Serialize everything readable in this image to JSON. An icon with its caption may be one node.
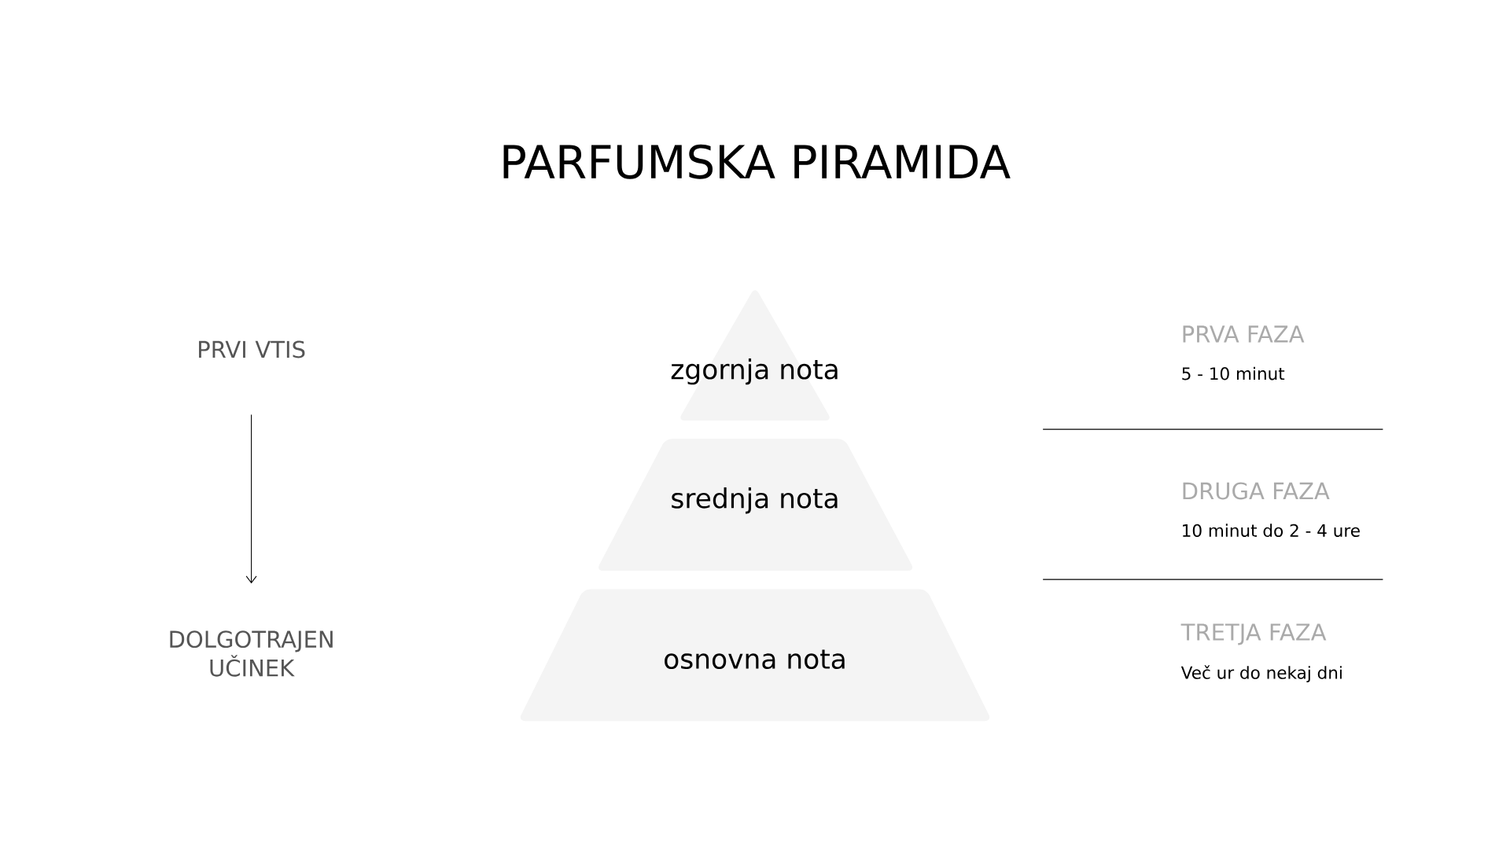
{
  "diagram": {
    "title": "PARFUMSKA PIRAMIDA",
    "nodes": [
      {
        "text": [
          "zgornja nota"
        ]
      },
      {
        "text": [
          "srednja nota"
        ]
      },
      {
        "text": [
          "osnovna nota"
        ]
      },
      {
        "text": [
          "PRVI VTIS"
        ]
      },
      {
        "text": [
          "DOLGOTRAJEN UČINEK"
        ]
      }
    ],
    "edges": [
      {
        "from": 3,
        "to": 4,
        "arrow": "to"
      }
    ],
    "labels": [
      "PRVA FAZA",
      "5 - 10 minut",
      "DRUGA FAZA",
      "10 minut do 2 - 4 ure",
      "TRETJA FAZA",
      "Več ur do nekaj dni"
    ]
  }
}
